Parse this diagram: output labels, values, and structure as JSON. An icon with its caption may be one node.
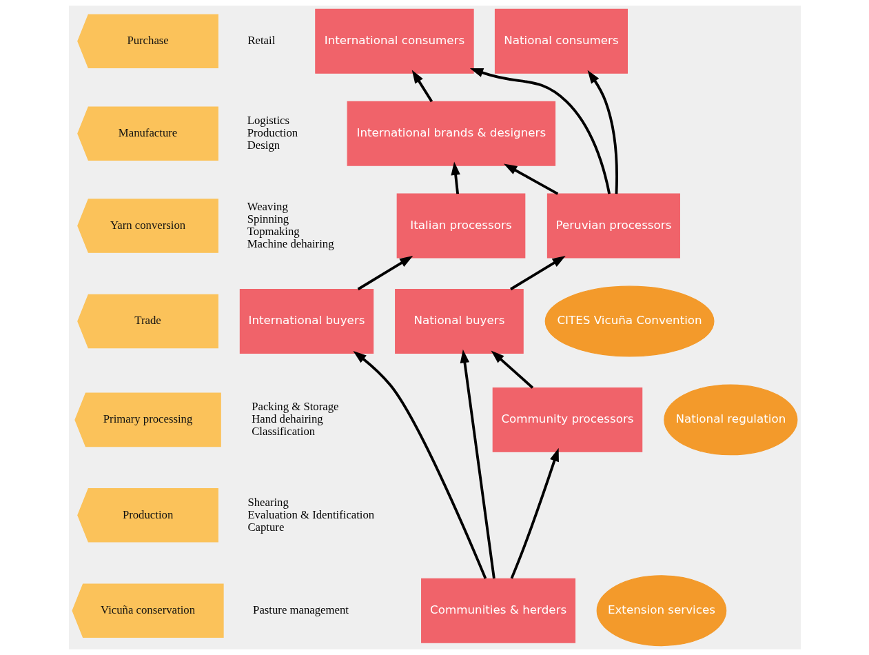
{
  "diagram": {
    "nodes": [
      {
        "text": [
          "Purchase"
        ],
        "beside": [
          "Retail"
        ]
      },
      {
        "text": [
          "Manufacture"
        ],
        "beside": [
          "Logistics",
          "Production",
          "Design"
        ]
      },
      {
        "text": [
          "Yarn conversion"
        ],
        "beside": [
          "Weaving",
          "Spinning",
          "Topmaking",
          "Machine dehairing"
        ]
      },
      {
        "text": [
          "Trade"
        ]
      },
      {
        "text": [
          "Primary processing"
        ],
        "beside": [
          "Packing & Storage",
          "Hand dehairing",
          "Classification"
        ]
      },
      {
        "text": [
          "Production"
        ],
        "beside": [
          "Shearing",
          "Evaluation & Identification",
          "Capture"
        ]
      },
      {
        "text": [
          "Vicuña conservation"
        ],
        "beside": [
          "Pasture management"
        ]
      },
      {
        "text": [
          "International consumers"
        ]
      },
      {
        "text": [
          "National consumers"
        ]
      },
      {
        "text": [
          "International brands & designers"
        ]
      },
      {
        "text": [
          "Italian processors"
        ]
      },
      {
        "text": [
          "Peruvian processors"
        ]
      },
      {
        "text": [
          "International buyers"
        ]
      },
      {
        "text": [
          "National buyers"
        ]
      },
      {
        "text": [
          "Community processors"
        ]
      },
      {
        "text": [
          "Communities & herders"
        ]
      },
      {
        "text": [
          "CITES Vicuña Convention"
        ]
      },
      {
        "text": [
          "National regulation"
        ]
      },
      {
        "text": [
          "Extension services"
        ]
      }
    ],
    "edges": [
      {
        "from": 9,
        "to": 7,
        "arrow": "to"
      },
      {
        "from": 11,
        "to": 7,
        "arrow": "to"
      },
      {
        "from": 11,
        "to": 8,
        "arrow": "to"
      },
      {
        "from": 11,
        "to": 9,
        "arrow": "to"
      },
      {
        "from": 10,
        "to": 9,
        "arrow": "to"
      },
      {
        "from": 12,
        "to": 10,
        "arrow": "to"
      },
      {
        "from": 13,
        "to": 11,
        "arrow": "to"
      },
      {
        "from": 15,
        "to": 12,
        "arrow": "to"
      },
      {
        "from": 15,
        "to": 13,
        "arrow": "to"
      },
      {
        "from": 14,
        "to": 13,
        "arrow": "to"
      },
      {
        "from": 15,
        "to": 14,
        "arrow": "to"
      }
    ]
  }
}
